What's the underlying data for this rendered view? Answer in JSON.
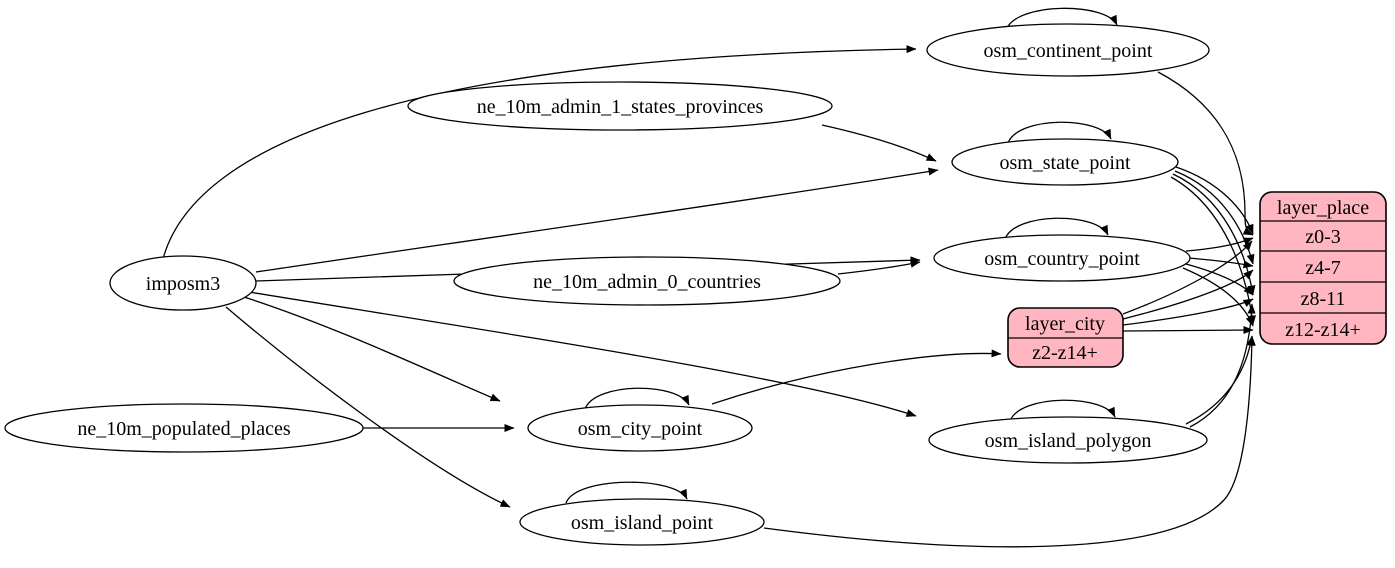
{
  "diagram": {
    "type": "etl-graph",
    "colors": {
      "background": "#ffffff",
      "node_fill": "#ffffff",
      "node_stroke": "#000000",
      "edge_color": "#000000",
      "layer_fill": "#ffb6c1"
    },
    "nodes": {
      "imposm3": {
        "label": "imposm3"
      },
      "ne_10m_admin_1_states_provinces": {
        "label": "ne_10m_admin_1_states_provinces"
      },
      "ne_10m_admin_0_countries": {
        "label": "ne_10m_admin_0_countries"
      },
      "ne_10m_populated_places": {
        "label": "ne_10m_populated_places"
      },
      "osm_continent_point": {
        "label": "osm_continent_point"
      },
      "osm_state_point": {
        "label": "osm_state_point"
      },
      "osm_country_point": {
        "label": "osm_country_point"
      },
      "osm_city_point": {
        "label": "osm_city_point"
      },
      "osm_island_polygon": {
        "label": "osm_island_polygon"
      },
      "osm_island_point": {
        "label": "osm_island_point"
      },
      "layer_city": {
        "title": "layer_city",
        "rows": [
          "z2-z14+"
        ]
      },
      "layer_place": {
        "title": "layer_place",
        "rows": [
          "z0-3",
          "z4-7",
          "z8-11",
          "z12-z14+"
        ]
      }
    },
    "edges": [
      "imposm3 -> osm_continent_point",
      "imposm3 -> osm_state_point",
      "imposm3 -> osm_country_point",
      "imposm3 -> osm_city_point",
      "imposm3 -> osm_island_polygon",
      "imposm3 -> osm_island_point",
      "ne_10m_admin_1_states_provinces -> osm_state_point",
      "ne_10m_admin_0_countries -> osm_country_point",
      "ne_10m_populated_places -> osm_city_point",
      "osm_continent_point -> osm_continent_point",
      "osm_state_point -> osm_state_point",
      "osm_country_point -> osm_country_point",
      "osm_city_point -> osm_city_point",
      "osm_island_polygon -> osm_island_polygon",
      "osm_island_point -> osm_island_point",
      "osm_continent_point -> layer_place:z0-3",
      "osm_state_point -> layer_place:z0-3",
      "osm_state_point -> layer_place:z4-7",
      "osm_state_point -> layer_place:z8-11",
      "osm_state_point -> layer_place:z12-z14+",
      "osm_country_point -> layer_place:z0-3",
      "osm_country_point -> layer_place:z4-7",
      "osm_country_point -> layer_place:z8-11",
      "osm_country_point -> layer_place:z12-z14+",
      "osm_city_point -> layer_city:z2-z14+",
      "layer_city -> layer_place:z0-3",
      "layer_city -> layer_place:z4-7",
      "layer_city -> layer_place:z8-11",
      "layer_city -> layer_place:z12-z14+",
      "osm_island_polygon -> layer_place:z8-11",
      "osm_island_polygon -> layer_place:z12-z14+",
      "osm_island_point -> layer_place:z12-z14+"
    ]
  }
}
